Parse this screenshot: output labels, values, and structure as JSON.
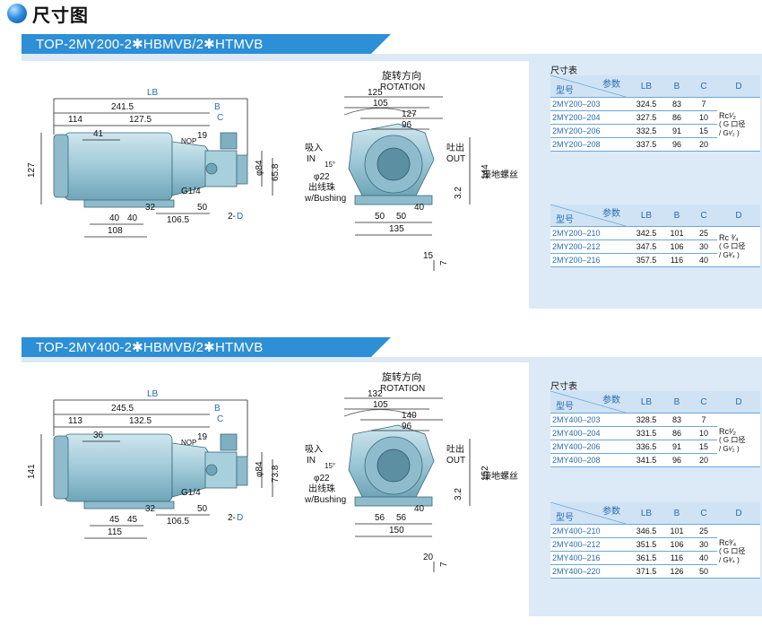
{
  "page_title": "尺寸图",
  "sections": [
    {
      "header": "TOP-2MY200-2✱HBMVB/2✱HTMVB",
      "side_dims": {
        "LB": "LB",
        "d241": "241.5",
        "B": "B",
        "C": "C",
        "d114": "114",
        "d127_5": "127.5",
        "d19": "19",
        "d41": "41",
        "d127": "127",
        "nop": "NOP",
        "phi84": "φ84",
        "d65_8": "65.8",
        "g14": "G1/4",
        "d32": "32",
        "d50": "50",
        "d40a": "40",
        "d40b": "40",
        "d106_5": "106.5",
        "two_d_prefix": "2-",
        "two_d": "D",
        "d108": "108"
      },
      "front_dims": {
        "rot_cn": "旋转方向",
        "rot_en": "ROTATION",
        "d125": "125",
        "d105": "105",
        "d127": "127",
        "d96": "96",
        "in_cn": "吸入",
        "in_en": "IN",
        "angle": "15°",
        "out_cn": "吐出",
        "out_en": "OUT",
        "d144": "144",
        "ground": "接地螺丝",
        "phi22": "φ22",
        "bush_cn": "出线珠",
        "bush_en": "w/Bushing",
        "d3_2": "3.2",
        "d50a": "50",
        "d50b": "50",
        "d40": "40",
        "d135": "135",
        "d15": "15",
        "d7": "7"
      },
      "tables": [
        {
          "title": "尺寸表",
          "head": {
            "params": "参数",
            "model": "型号",
            "cols": [
              "LB",
              "B",
              "C",
              "D"
            ]
          },
          "rows": [
            {
              "model": "2MY200–203",
              "lb": "324.5",
              "b": "83",
              "c": "7"
            },
            {
              "model": "2MY200–204",
              "lb": "327.5",
              "b": "86",
              "c": "10"
            },
            {
              "model": "2MY200–206",
              "lb": "332.5",
              "b": "91",
              "c": "15"
            },
            {
              "model": "2MY200–208",
              "lb": "337.5",
              "b": "96",
              "c": "20"
            }
          ],
          "d_text": [
            "Rc¹⁄₂",
            "( G 口径",
            "/ G¹⁄₂ )"
          ]
        },
        {
          "title": "",
          "head": {
            "params": "参数",
            "model": "型号",
            "cols": [
              "LB",
              "B",
              "C",
              "D"
            ]
          },
          "rows": [
            {
              "model": "2MY200–210",
              "lb": "342.5",
              "b": "101",
              "c": "25"
            },
            {
              "model": "2MY200–212",
              "lb": "347.5",
              "b": "106",
              "c": "30"
            },
            {
              "model": "2MY200–216",
              "lb": "357.5",
              "b": "116",
              "c": "40"
            }
          ],
          "d_text": [
            "Rc ³⁄₄",
            "( G 口径",
            "/ G³⁄₄ )"
          ]
        }
      ]
    },
    {
      "header": "TOP-2MY400-2✱HBMVB/2✱HTMVB",
      "side_dims": {
        "LB": "LB",
        "d241": "245.5",
        "B": "B",
        "C": "C",
        "d114": "113",
        "d127_5": "132.5",
        "d19": "19",
        "d41": "36",
        "d127": "141",
        "nop": "NOP",
        "phi84": "φ84",
        "d65_8": "73.8",
        "g14": "G1/4",
        "d32": "32",
        "d50": "50",
        "d40a": "45",
        "d40b": "45",
        "d106_5": "106.5",
        "two_d_prefix": "2-",
        "two_d": "D",
        "d108": "115"
      },
      "front_dims": {
        "rot_cn": "旋转方向",
        "rot_en": "ROTATION",
        "d125": "132",
        "d105": "105",
        "d127": "140",
        "d96": "96",
        "in_cn": "吸入",
        "in_en": "IN",
        "angle": "15°",
        "out_cn": "吐出",
        "out_en": "OUT",
        "d144": "152",
        "ground": "接地螺丝",
        "phi22": "φ22",
        "bush_cn": "出线珠",
        "bush_en": "w/Bushing",
        "d3_2": "3.2",
        "d50a": "56",
        "d50b": "56",
        "d40": "40",
        "d135": "150",
        "d15": "20",
        "d7": "7"
      },
      "tables": [
        {
          "title": "尺寸表",
          "head": {
            "params": "参数",
            "model": "型号",
            "cols": [
              "LB",
              "B",
              "C",
              "D"
            ]
          },
          "rows": [
            {
              "model": "2MY400–203",
              "lb": "328.5",
              "b": "83",
              "c": "7"
            },
            {
              "model": "2MY400–204",
              "lb": "331.5",
              "b": "86",
              "c": "10"
            },
            {
              "model": "2MY400–206",
              "lb": "336.5",
              "b": "91",
              "c": "15"
            },
            {
              "model": "2MY400–208",
              "lb": "341.5",
              "b": "96",
              "c": "20"
            }
          ],
          "d_text": [
            "Rc¹⁄₂",
            "( G 口径",
            "/ G¹⁄₂ )"
          ]
        },
        {
          "title": "",
          "head": {
            "params": "参数",
            "model": "型号",
            "cols": [
              "LB",
              "B",
              "C",
              "D"
            ]
          },
          "rows": [
            {
              "model": "2MY400–210",
              "lb": "346.5",
              "b": "101",
              "c": "25"
            },
            {
              "model": "2MY400–212",
              "lb": "351.5",
              "b": "106",
              "c": "30"
            },
            {
              "model": "2MY400–216",
              "lb": "361.5",
              "b": "116",
              "c": "40"
            },
            {
              "model": "2MY400–220",
              "lb": "371.5",
              "b": "126",
              "c": "50"
            }
          ],
          "d_text": [
            "Rc³⁄₄",
            "( G 口径",
            "/ G³⁄₄ )"
          ]
        }
      ]
    }
  ]
}
